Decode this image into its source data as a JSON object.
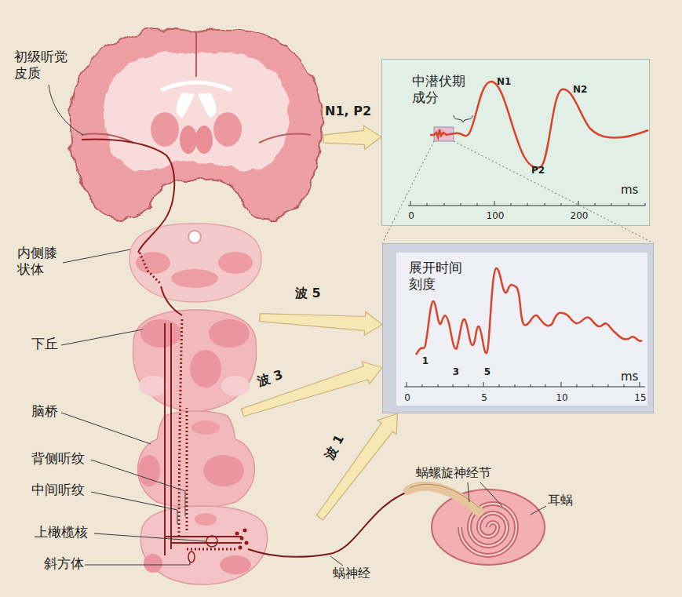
{
  "diagram": {
    "nodes": [
      {
        "text": [
          "初级听觉 皮质"
        ]
      },
      {
        "text": [
          "中潜伏期 成分",
          "N1",
          "P2",
          "N2",
          "ms",
          "0",
          "100",
          "200"
        ]
      },
      {
        "text": [
          "内侧膝 状体"
        ]
      },
      {
        "text": [
          "展开时间 刻度",
          "1",
          "3",
          "5",
          "ms",
          "0",
          "5",
          "10",
          "15"
        ]
      },
      {
        "text": [
          "下丘"
        ]
      },
      {
        "text": [
          "脑桥"
        ]
      },
      {
        "text": [
          "蜗螺旋神经节",
          "耳蜗"
        ]
      },
      {
        "text": [
          "蜗神经"
        ]
      }
    ],
    "edges": [
      {
        "from": 0,
        "to": 1,
        "arrow": "to",
        "label": "N1, P2"
      },
      {
        "from": 4,
        "to": 3,
        "arrow": "to",
        "label": "波 5"
      },
      {
        "from": 5,
        "to": 3,
        "arrow": "to",
        "label": "波 3"
      },
      {
        "from": 7,
        "to": 3,
        "arrow": "to",
        "label": "波 1"
      }
    ],
    "labels": [
      "背侧听纹",
      "中间听纹",
      "上橄榄核",
      "斜方体"
    ]
  }
}
